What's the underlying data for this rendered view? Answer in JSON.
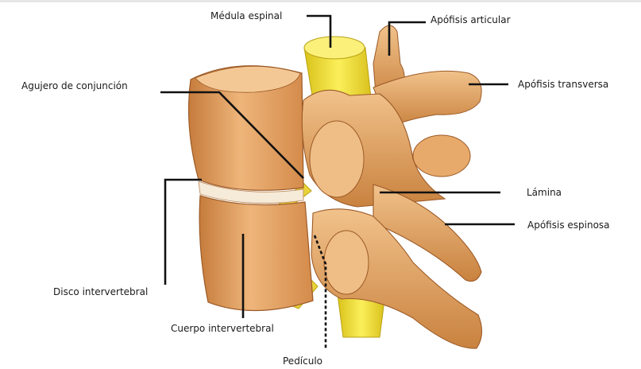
{
  "labels": {
    "medula": "Médula espinal",
    "articular": "Apófisis articular",
    "agujero": "Agujero de conjunción",
    "transversa": "Apófisis transversa",
    "lamina": "Lámina",
    "espinosa": "Apófisis espinosa",
    "disco": "Disco intervertebral",
    "cuerpo": "Cuerpo intervertebral",
    "pediculo": "Pedículo"
  },
  "colors": {
    "bone": "#e2a060",
    "bone_light": "#f2c089",
    "bone_dark": "#b56f37",
    "spinal_cord": "#f3e23a",
    "leader_line": "#111111",
    "disc": "#f6ead8"
  }
}
